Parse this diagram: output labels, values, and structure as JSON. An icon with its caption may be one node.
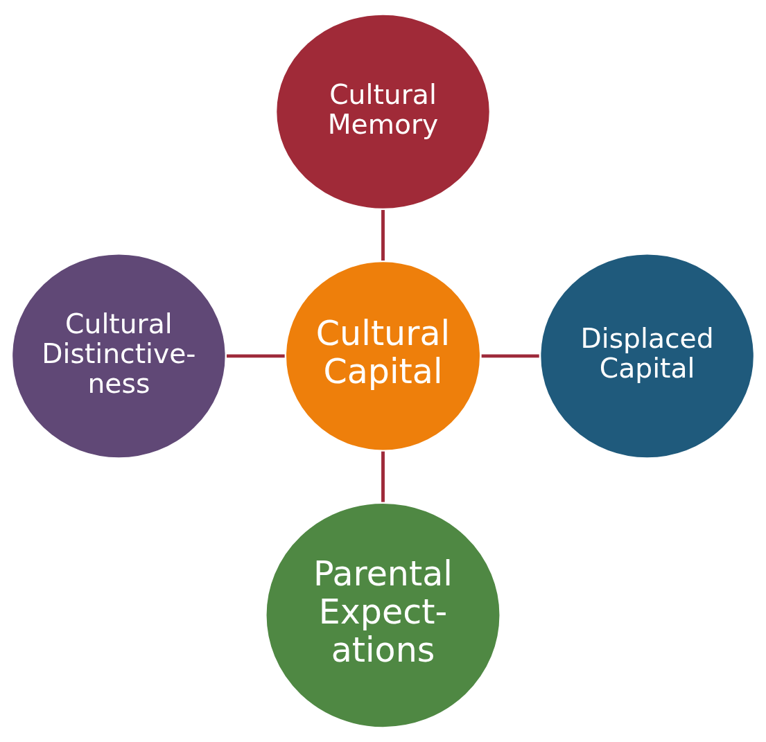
{
  "diagram": {
    "nodes": [
      {
        "text": [
          "Cultural Memory"
        ]
      },
      {
        "text": [
          "Cultural Distinctive- ness"
        ]
      },
      {
        "text": [
          "Cultural Capital"
        ]
      },
      {
        "text": [
          "Displaced Capital"
        ]
      },
      {
        "text": [
          "Parental Expect- ations"
        ]
      }
    ],
    "edges": [
      {
        "from": 0,
        "to": 2,
        "arrow": "none"
      },
      {
        "from": 1,
        "to": 2,
        "arrow": "none"
      },
      {
        "from": 2,
        "to": 3,
        "arrow": "none"
      },
      {
        "from": 2,
        "to": 4,
        "arrow": "none"
      }
    ]
  }
}
